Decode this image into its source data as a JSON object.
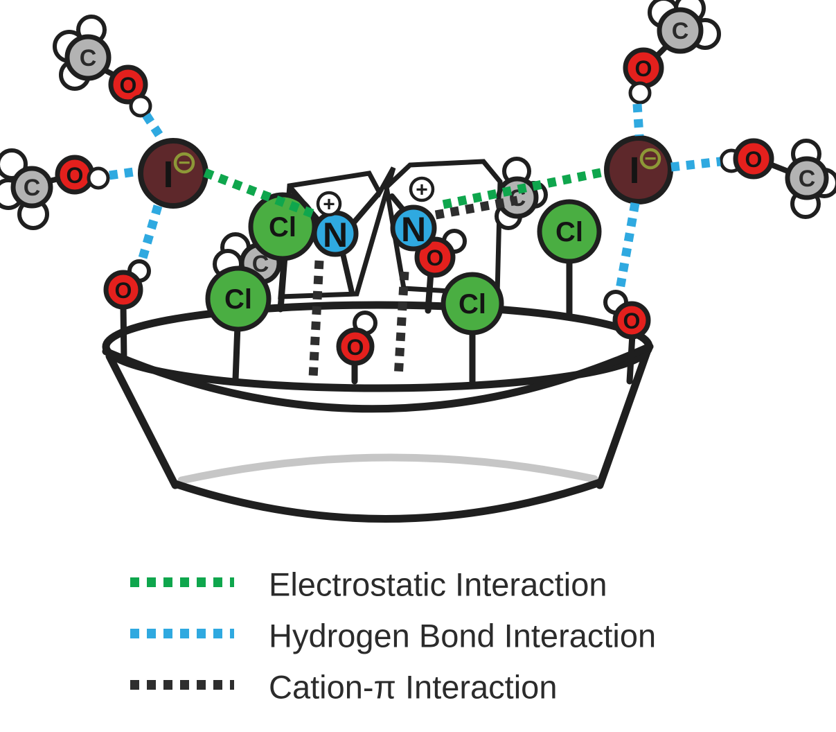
{
  "atoms": {
    "chlorine": "Cl",
    "nitrogen": "N",
    "oxygen": "O",
    "carbon": "C",
    "iodine": "I"
  },
  "charges": {
    "plus": "+",
    "minus": "−"
  },
  "colors": {
    "chlorine_fill": "#4aae42",
    "nitrogen_fill": "#2fa9e0",
    "oxygen_fill": "#e4201d",
    "carbon_fill": "#b3b3b3",
    "hydrogen_fill": "#ffffff",
    "iodide_fill": "#5e282b",
    "iodide_label": "#8d9837",
    "outline": "#1f1f1f",
    "electrostatic": "#0fa64d",
    "hydrogen_bond": "#2fa9e0",
    "cation_pi": "#2e2e2e",
    "bowl_inner_shadow": "#c6c6c6"
  },
  "legend": {
    "items": [
      {
        "label": "Electrostatic Interaction",
        "color": "#0fa64d"
      },
      {
        "label": "Hydrogen Bond Interaction",
        "color": "#2fa9e0"
      },
      {
        "label": "Cation-π Interaction",
        "color": "#2e2e2e"
      }
    ]
  }
}
